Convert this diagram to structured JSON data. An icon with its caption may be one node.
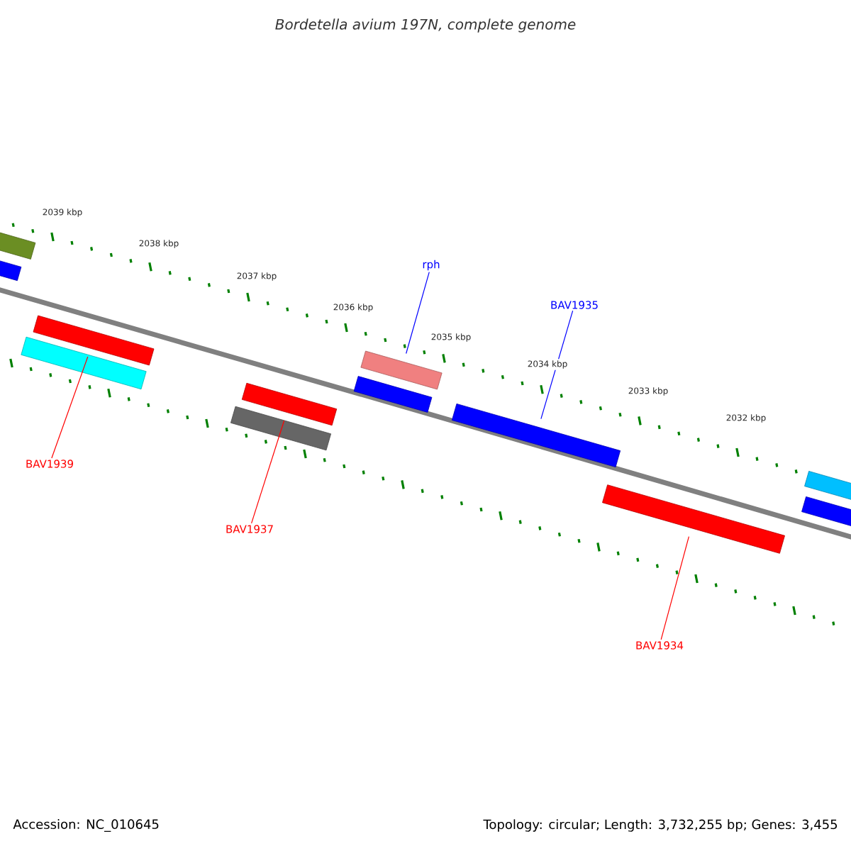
{
  "diagram": {
    "title": "Bordetella avium 197N, complete genome",
    "nodes": [
      {
        "text": [
          "rph"
        ]
      },
      {
        "text": [
          "BAV1935"
        ]
      },
      {
        "text": [
          "BAV1939"
        ]
      },
      {
        "text": [
          "BAV1937"
        ]
      },
      {
        "text": [
          "BAV1934"
        ]
      },
      {
        "text": [],
        "shape": "bar"
      },
      {
        "text": [],
        "shape": "bar"
      },
      {
        "text": [],
        "shape": "bar"
      },
      {
        "text": [],
        "shape": "bar"
      },
      {
        "text": [],
        "shape": "bar"
      },
      {
        "text": [],
        "shape": "bar"
      },
      {
        "text": [],
        "shape": "bar"
      },
      {
        "text": [],
        "shape": "bar"
      },
      {
        "text": [],
        "shape": "bar"
      },
      {
        "text": [],
        "shape": "bar"
      },
      {
        "text": [],
        "shape": "bar"
      },
      {
        "text": [],
        "shape": "bar"
      }
    ],
    "edges": [
      {
        "from": 0,
        "to": 11,
        "arrow": "none",
        "color": "#0000ff"
      },
      {
        "from": 1,
        "to": 13,
        "arrow": "none",
        "color": "#0000ff"
      },
      {
        "from": 2,
        "to": 7,
        "arrow": "none",
        "color": "#ff0000"
      },
      {
        "from": 3,
        "to": 9,
        "arrow": "none",
        "color": "#ff0000"
      },
      {
        "from": 4,
        "to": 14,
        "arrow": "none",
        "color": "#ff0000"
      }
    ],
    "labels": [
      "2039 kbp",
      "2038 kbp",
      "2037 kbp",
      "2036 kbp",
      "2035 kbp",
      "2034 kbp",
      "2033 kbp",
      "2032 kbp",
      "Accession: NC_010645",
      "Topology: circular; Length: 3,732,255 bp; Genes: 3,455"
    ]
  }
}
